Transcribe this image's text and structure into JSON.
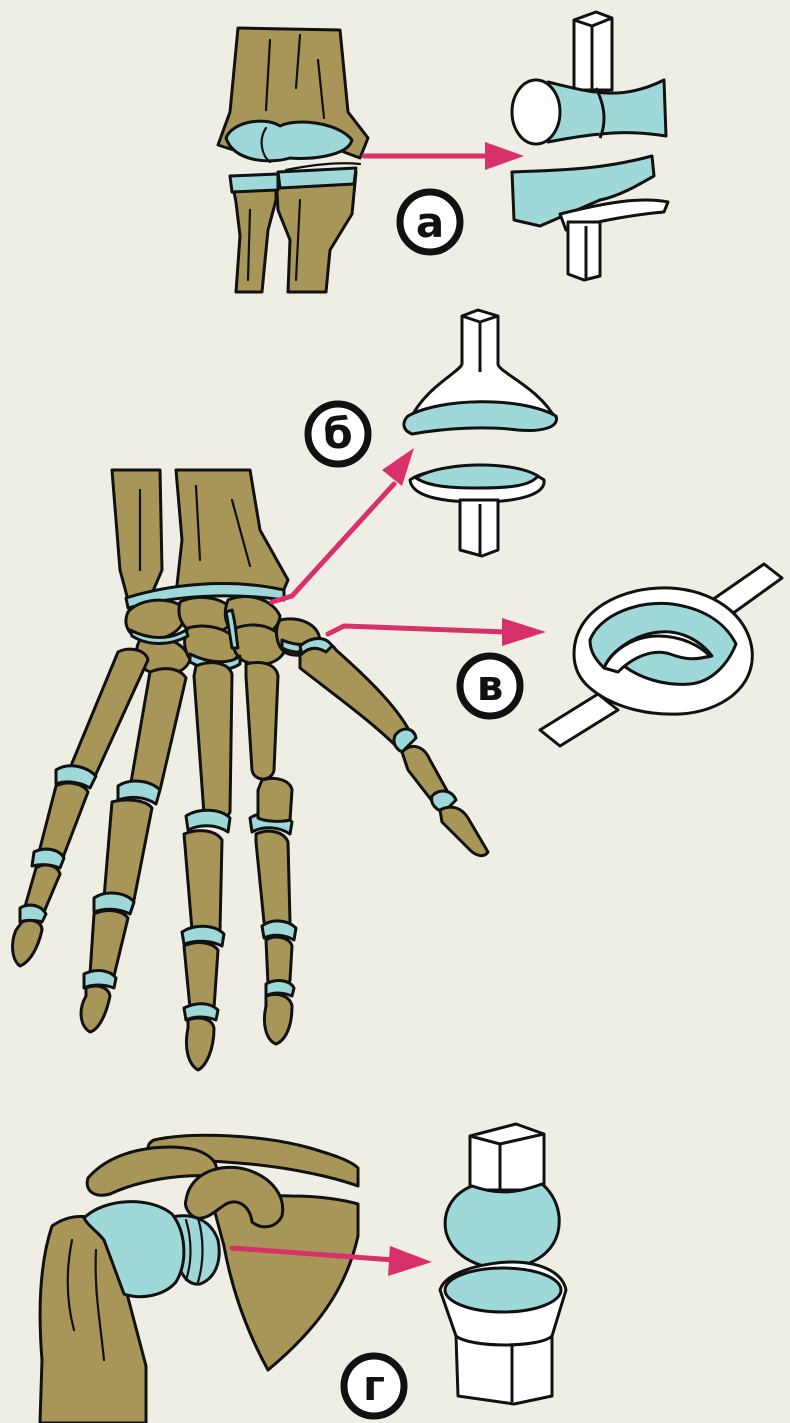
{
  "labels": {
    "a": "а",
    "b": "б",
    "v": "в",
    "g": "г"
  },
  "colors": {
    "background": "#efeee4",
    "bone": "#a89658",
    "cartilage": "#9ed8d8",
    "arrow": "#d8306a",
    "outline": "#111111"
  },
  "panels": [
    {
      "id": "a",
      "subject": "elbow-joint",
      "model": "hinge-joint-model"
    },
    {
      "id": "b",
      "subject": "wrist-joint",
      "model": "ellipsoid-joint-model"
    },
    {
      "id": "v",
      "subject": "thumb-carpometacarpal-joint",
      "model": "saddle-joint-model"
    },
    {
      "id": "g",
      "subject": "shoulder-joint",
      "model": "ball-and-socket-joint-model"
    }
  ]
}
